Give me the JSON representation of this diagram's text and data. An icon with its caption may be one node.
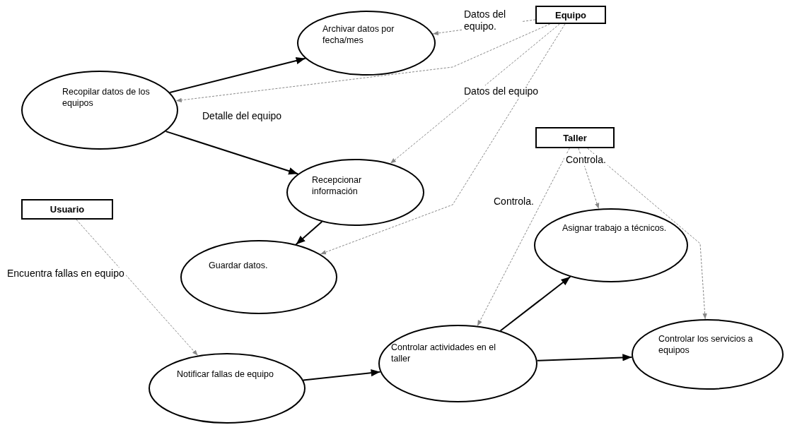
{
  "diagram": {
    "nodes": [
      {
        "text": [
          "Recopilar datos de los equipos"
        ]
      },
      {
        "text": [
          "Archivar datos por fecha/mes"
        ]
      },
      {
        "text": [
          "Equipo"
        ]
      },
      {
        "text": [
          "Recepcionar información"
        ]
      },
      {
        "text": [
          "Guardar datos."
        ]
      },
      {
        "text": [
          "Taller"
        ]
      },
      {
        "text": [
          "Usuario"
        ]
      },
      {
        "text": [
          "Asignar trabajo a técnicos."
        ]
      },
      {
        "text": [
          "Notificar fallas de equipo"
        ]
      },
      {
        "text": [
          "Controlar actividades en el taller"
        ]
      },
      {
        "text": [
          "Controlar los servicios a equipos"
        ]
      }
    ],
    "edges": [
      {
        "from": 0,
        "to": 1,
        "arrow": "to",
        "color": "#000000"
      },
      {
        "from": 0,
        "to": 3,
        "arrow": "to",
        "color": "#000000"
      },
      {
        "from": 3,
        "to": 4,
        "arrow": "to",
        "color": "#000000"
      },
      {
        "from": 8,
        "to": 9,
        "arrow": "to",
        "color": "#000000"
      },
      {
        "from": 9,
        "to": 7,
        "arrow": "to",
        "color": "#000000"
      },
      {
        "from": 9,
        "to": 10,
        "arrow": "to",
        "color": "#000000"
      },
      {
        "from": 2,
        "to": 1,
        "arrow": "to",
        "label": "Datos del equipo.",
        "style": "dashed"
      },
      {
        "from": 2,
        "to": 0,
        "arrow": "to",
        "label": "Detalle del equipo",
        "style": "dashed"
      },
      {
        "from": 2,
        "to": 3,
        "arrow": "to",
        "label": "Datos del equipo",
        "style": "dashed"
      },
      {
        "from": 2,
        "to": 4,
        "arrow": "to",
        "style": "dashed"
      },
      {
        "from": 5,
        "to": 9,
        "arrow": "to",
        "label": "Controla.",
        "style": "dashed"
      },
      {
        "from": 5,
        "to": 7,
        "arrow": "to",
        "label": "Controla.",
        "style": "dashed"
      },
      {
        "from": 5,
        "to": 10,
        "arrow": "to",
        "style": "dashed"
      },
      {
        "from": 6,
        "to": 8,
        "arrow": "to",
        "label": "Encuentra fallas en equipo",
        "style": "dashed"
      }
    ]
  }
}
